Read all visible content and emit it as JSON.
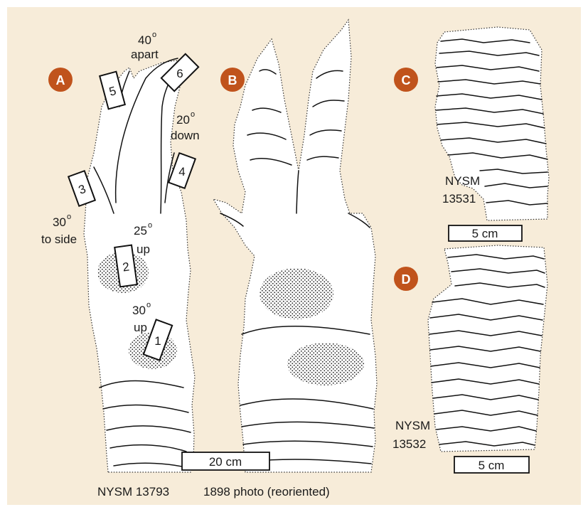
{
  "panels": {
    "a": {
      "badge": "A"
    },
    "b": {
      "badge": "B"
    },
    "c": {
      "badge": "C"
    },
    "d": {
      "badge": "D"
    }
  },
  "sensors": [
    "1",
    "2",
    "3",
    "4",
    "5",
    "6"
  ],
  "annotations": {
    "apart_deg": "40",
    "apart_word": "apart",
    "down_deg": "20",
    "down_word": "down",
    "side_deg": "30",
    "side_word": "to side",
    "up25_deg": "25",
    "up25_word": "up",
    "up30_deg": "30",
    "up30_word": "up",
    "degree_symbol": "o"
  },
  "specimens": {
    "a_caption": "NYSM 13793",
    "b_caption": "1898 photo (reoriented)",
    "c_line1": "NYSM",
    "c_line2": "13531",
    "d_line1": "NYSM",
    "d_line2": "13532"
  },
  "scales": {
    "large": "20 cm",
    "c": "5 cm",
    "d": "5 cm"
  },
  "colors": {
    "background": "#f7ecd9",
    "badge": "#c0531c",
    "ink": "#1a1a1a"
  }
}
